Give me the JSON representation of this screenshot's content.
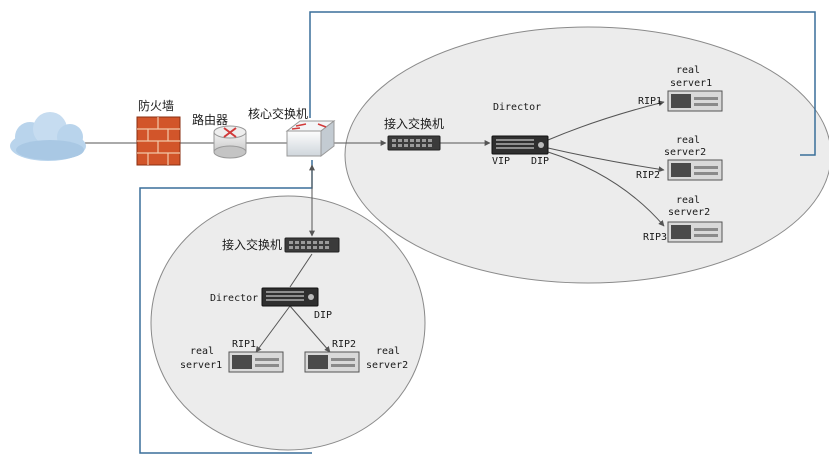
{
  "labels": {
    "firewall": "防火墙",
    "router": "路由器",
    "core_switch": "核心交换机",
    "access_switch_right": "接入交换机",
    "access_switch_left": "接入交换机",
    "director_right": "Director",
    "director_left": "Director",
    "vip": "VIP",
    "dip_right": "DIP",
    "dip_left": "DIP",
    "rip1_right": "RIP1",
    "rip2_right": "RIP2",
    "rip3_right": "RIP3",
    "rs1_right_a": "real",
    "rs1_right_b": "server1",
    "rs2_right_a": "real",
    "rs2_right_b": "server2",
    "rs3_right_a": "real",
    "rs3_right_b": "server2",
    "rip1_left": "RIP1",
    "rip2_left": "RIP2",
    "rs1_left_a": "real",
    "rs1_left_b": "server1",
    "rs2_left_a": "real",
    "rs2_left_b": "server2"
  },
  "colors": {
    "link": "#3a6f9a",
    "ellipse_fill": "#ebebeb",
    "ellipse_stroke": "#888888",
    "firewall": "#d2552a",
    "cloud": "#b9d4ec"
  }
}
